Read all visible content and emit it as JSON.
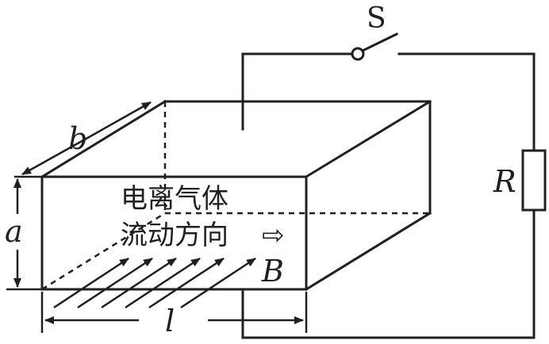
{
  "labels": {
    "switch": "S",
    "resistor": "R",
    "width": "b",
    "height": "a",
    "length": "l",
    "field": "B"
  },
  "box_text": {
    "line1": "电离气体",
    "line2": "流动方向",
    "arrow_symbol": "⇨"
  },
  "colors": {
    "ink": "#231f20",
    "background": "#ffffff"
  }
}
